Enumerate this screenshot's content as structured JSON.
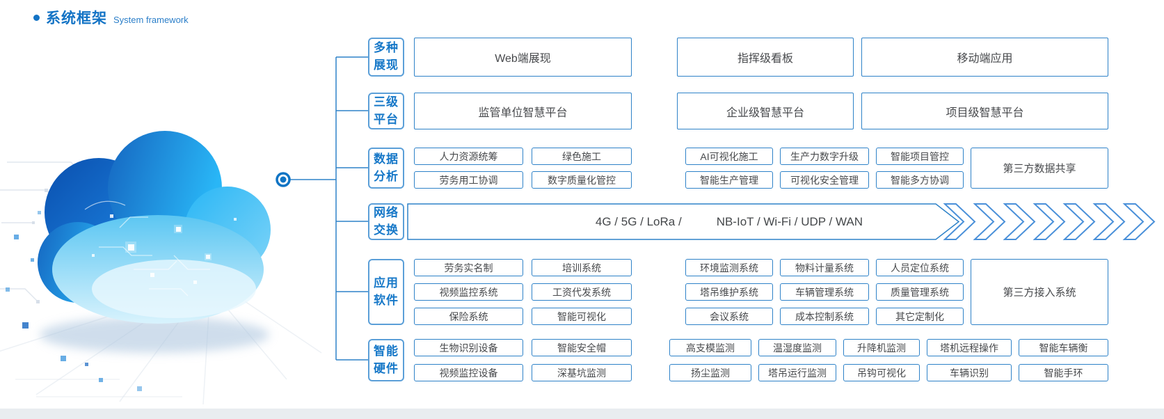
{
  "title": {
    "zh": "系统框架",
    "en": "System framework"
  },
  "sections": [
    {
      "label_lines": [
        "多种",
        "展现"
      ],
      "boxes": [
        "Web端展现",
        "指挥级看板",
        "移动端应用"
      ]
    },
    {
      "label_lines": [
        "三级",
        "平台"
      ],
      "boxes": [
        "监管单位智慧平台",
        "企业级智慧平台",
        "项目级智慧平台"
      ]
    },
    {
      "label_lines": [
        "数据",
        "分析"
      ],
      "rows": [
        [
          "人力资源统筹",
          "绿色施工",
          "AI可视化施工",
          "生产力数字升级",
          "智能项目管控"
        ],
        [
          "劳务用工协调",
          "数字质量化管控",
          "智能生产管理",
          "可视化安全管理",
          "智能多方协调"
        ]
      ],
      "side_box": "第三方数据共享"
    },
    {
      "label_lines": [
        "网络",
        "交换"
      ],
      "segments": [
        "4G / 5G / LoRa /",
        "NB-IoT / Wi-Fi / UDP / WAN"
      ]
    },
    {
      "label_lines": [
        "应用",
        "软件"
      ],
      "rows": [
        [
          "劳务实名制",
          "培训系统",
          "环境监测系统",
          "物料计量系统",
          "人员定位系统"
        ],
        [
          "视频监控系统",
          "工资代发系统",
          "塔吊维护系统",
          "车辆管理系统",
          "质量管理系统"
        ],
        [
          "保险系统",
          "智能可视化",
          "会议系统",
          "成本控制系统",
          "其它定制化"
        ]
      ],
      "side_box": "第三方接入系统"
    },
    {
      "label_lines": [
        "智能",
        "硬件"
      ],
      "rows": [
        [
          "生物识别设备",
          "智能安全帽",
          "高支模监测",
          "温湿度监测",
          "升降机监测",
          "塔机远程操作",
          "智能车辆衡"
        ],
        [
          "视频监控设备",
          "深基坑监测",
          "扬尘监测",
          "塔吊运行监测",
          "吊钩可视化",
          "车辆识别",
          "智能手环"
        ]
      ]
    }
  ],
  "colors": {
    "accent": "#1373c5",
    "label_text": "#1778c8",
    "box_border": "#2e82c8",
    "label_border": "#5b9fd8",
    "box_text": "#47494c",
    "chevron": "#4a90d9",
    "cloud_dark": "#0a4fae",
    "cloud_light": "#d9f3fd"
  }
}
